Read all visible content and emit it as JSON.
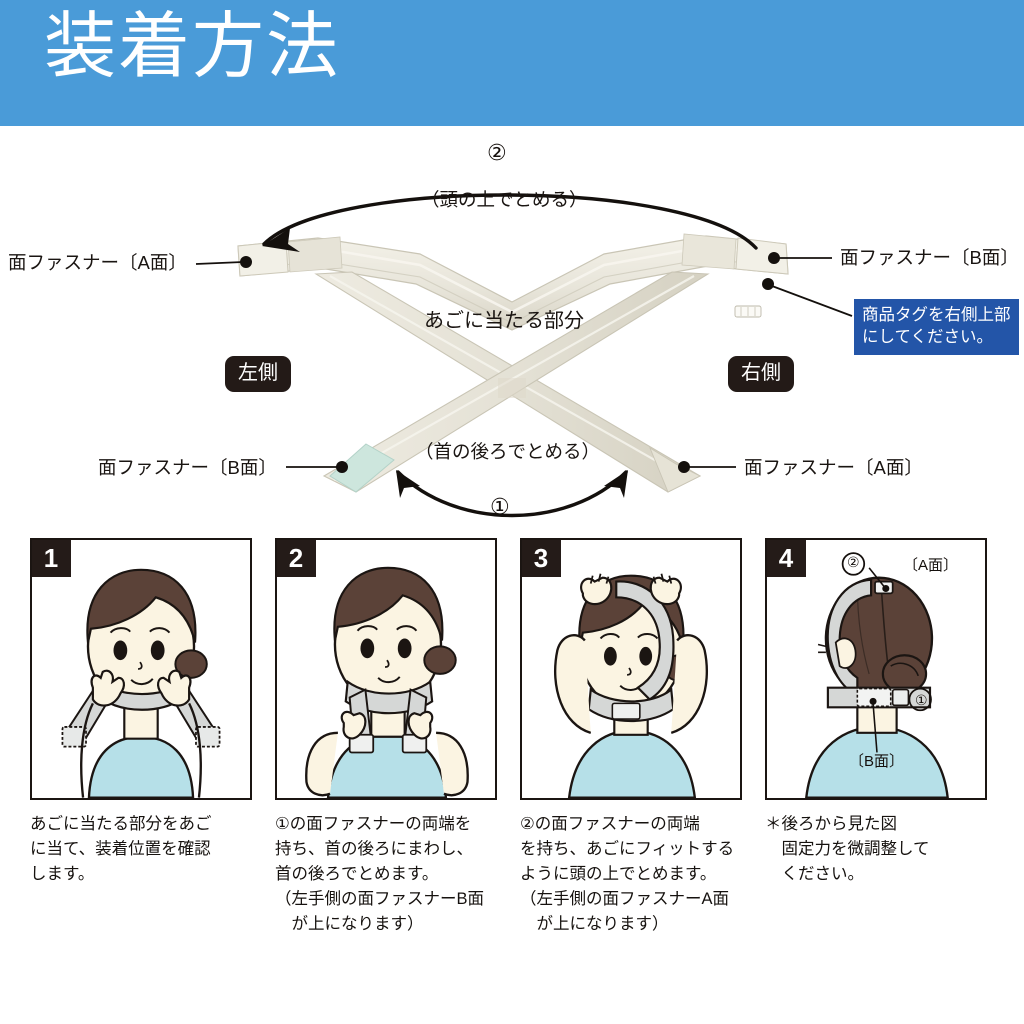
{
  "header": {
    "title": "装着方法",
    "background_color": "#4a9bd8",
    "text_color": "#ffffff"
  },
  "diagram": {
    "top_arc": {
      "number": "②",
      "note": "（頭の上でとめる）"
    },
    "bottom_arc": {
      "number": "①",
      "note": "（首の後ろでとめる）"
    },
    "center_label": "あごに当たる部分",
    "labels": {
      "top_left_fastener": "面ファスナー〔A面〕",
      "top_right_fastener": "面ファスナー〔B面〕",
      "bottom_left_fastener": "面ファスナー〔B面〕",
      "bottom_right_fastener": "面ファスナー〔A面〕"
    },
    "side_badges": {
      "left": "左側",
      "right": "右側"
    },
    "tag_callout": {
      "line1": "商品タグを右側上部",
      "line2": "にしてください。",
      "background_color": "#2355a8",
      "text_color": "#ffffff"
    },
    "product_colors": {
      "fabric": "#ece9df",
      "fabric_shade": "#d8d4c6",
      "fastener_patch": "#cfe5dd"
    }
  },
  "steps": [
    {
      "number": "1",
      "caption": "あごに当たる部分をあご\nに当て、装着位置を確認\nします。"
    },
    {
      "number": "2",
      "caption": "①の面ファスナーの両端を\n持ち、首の後ろにまわし、\n首の後ろでとめます。\n（左手側の面ファスナーB面\n　が上になります）"
    },
    {
      "number": "3",
      "caption": "②の面ファスナーの両端\nを持ち、あごにフィットする\nように頭の上でとめます。\n（左手側の面ファスナーA面\n　が上になります）"
    },
    {
      "number": "4",
      "caption": "＊後ろから見た図\n　固定力を微調整して\n　ください。",
      "annotations": {
        "top_number": "②",
        "top_side": "〔A面〕",
        "right_number": "①",
        "bottom_side": "〔B面〕"
      }
    }
  ],
  "illustration_colors": {
    "skin": "#fbf4e2",
    "hair": "#5b4238",
    "shirt": "#b6e0e8",
    "strap": "#d5d7d6",
    "outline": "#1b1512"
  }
}
